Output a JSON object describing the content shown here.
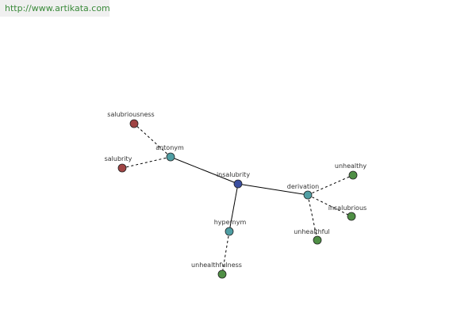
{
  "banner": {
    "url_text": "http://www.artikata.com",
    "color": "#3a8a3a"
  },
  "graph": {
    "colors": {
      "center": "#3b4fa0",
      "relation": "#4f9ea3",
      "antonym_word": "#a04444",
      "derived_word": "#4f8f45"
    },
    "nodes": [
      {
        "id": "insalubrity",
        "label": "insalubrity",
        "kind": "center"
      },
      {
        "id": "antonym",
        "label": "antonym",
        "kind": "relation"
      },
      {
        "id": "derivation",
        "label": "derivation",
        "kind": "relation"
      },
      {
        "id": "hypernym",
        "label": "hypernym",
        "kind": "relation"
      },
      {
        "id": "salubriousness",
        "label": "salubriousness",
        "kind": "antonym_word"
      },
      {
        "id": "salubrity",
        "label": "salubrity",
        "kind": "antonym_word"
      },
      {
        "id": "unhealthy",
        "label": "unhealthy",
        "kind": "derived_word"
      },
      {
        "id": "insalubrious",
        "label": "insalubrious",
        "kind": "derived_word"
      },
      {
        "id": "unhealthful",
        "label": "unhealthful",
        "kind": "derived_word"
      },
      {
        "id": "unhealthfulness",
        "label": "unhealthfulness",
        "kind": "derived_word"
      }
    ],
    "edges": [
      {
        "from": "insalubrity",
        "to": "antonym",
        "style": "solid"
      },
      {
        "from": "insalubrity",
        "to": "derivation",
        "style": "solid"
      },
      {
        "from": "insalubrity",
        "to": "hypernym",
        "style": "solid"
      },
      {
        "from": "antonym",
        "to": "salubriousness",
        "style": "dashed"
      },
      {
        "from": "antonym",
        "to": "salubrity",
        "style": "dashed"
      },
      {
        "from": "derivation",
        "to": "unhealthy",
        "style": "dashed"
      },
      {
        "from": "derivation",
        "to": "insalubrious",
        "style": "dashed"
      },
      {
        "from": "derivation",
        "to": "unhealthful",
        "style": "dashed"
      },
      {
        "from": "hypernym",
        "to": "unhealthfulness",
        "style": "dashed"
      }
    ]
  }
}
